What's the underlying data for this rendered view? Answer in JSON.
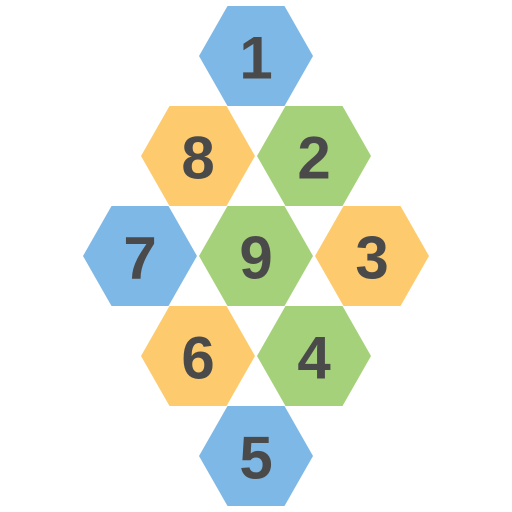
{
  "palette": {
    "blue": "#7eb8e6",
    "orange": "#fdcb6e",
    "green": "#a5d17a",
    "text": "#4a4a4a"
  },
  "tiles": [
    {
      "label": "1",
      "color": "blue"
    },
    {
      "label": "8",
      "color": "orange"
    },
    {
      "label": "2",
      "color": "green"
    },
    {
      "label": "7",
      "color": "blue"
    },
    {
      "label": "9",
      "color": "green"
    },
    {
      "label": "3",
      "color": "orange"
    },
    {
      "label": "6",
      "color": "orange"
    },
    {
      "label": "4",
      "color": "green"
    },
    {
      "label": "5",
      "color": "blue"
    }
  ]
}
